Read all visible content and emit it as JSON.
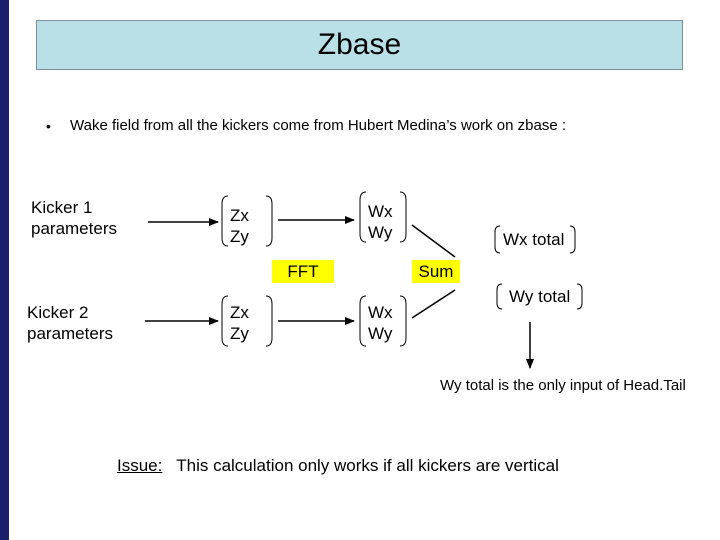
{
  "title": "Zbase",
  "bullet": {
    "symbol": "•",
    "text": "Wake field from all the kickers come from Hubert Medina’s work on zbase :"
  },
  "diagram": {
    "kicker1": "Kicker 1\nparameters",
    "kicker2": "Kicker 2\nparameters",
    "z1": "Zx\nZy",
    "z2": "Zx\nZy",
    "w1": "Wx\nWy",
    "w2": "Wx\nWy",
    "fft": "FFT",
    "sum": "Sum",
    "wx_total": "Wx total",
    "wy_total": "Wy total",
    "note": "Wy total is the only input of Head.Tail"
  },
  "issue": {
    "label": "Issue:",
    "text": "This calculation only works if all kickers are vertical"
  },
  "colors": {
    "title_bg": "#b9e0e6",
    "highlight": "#ffff00",
    "left_bar": "#1b1f6b"
  }
}
